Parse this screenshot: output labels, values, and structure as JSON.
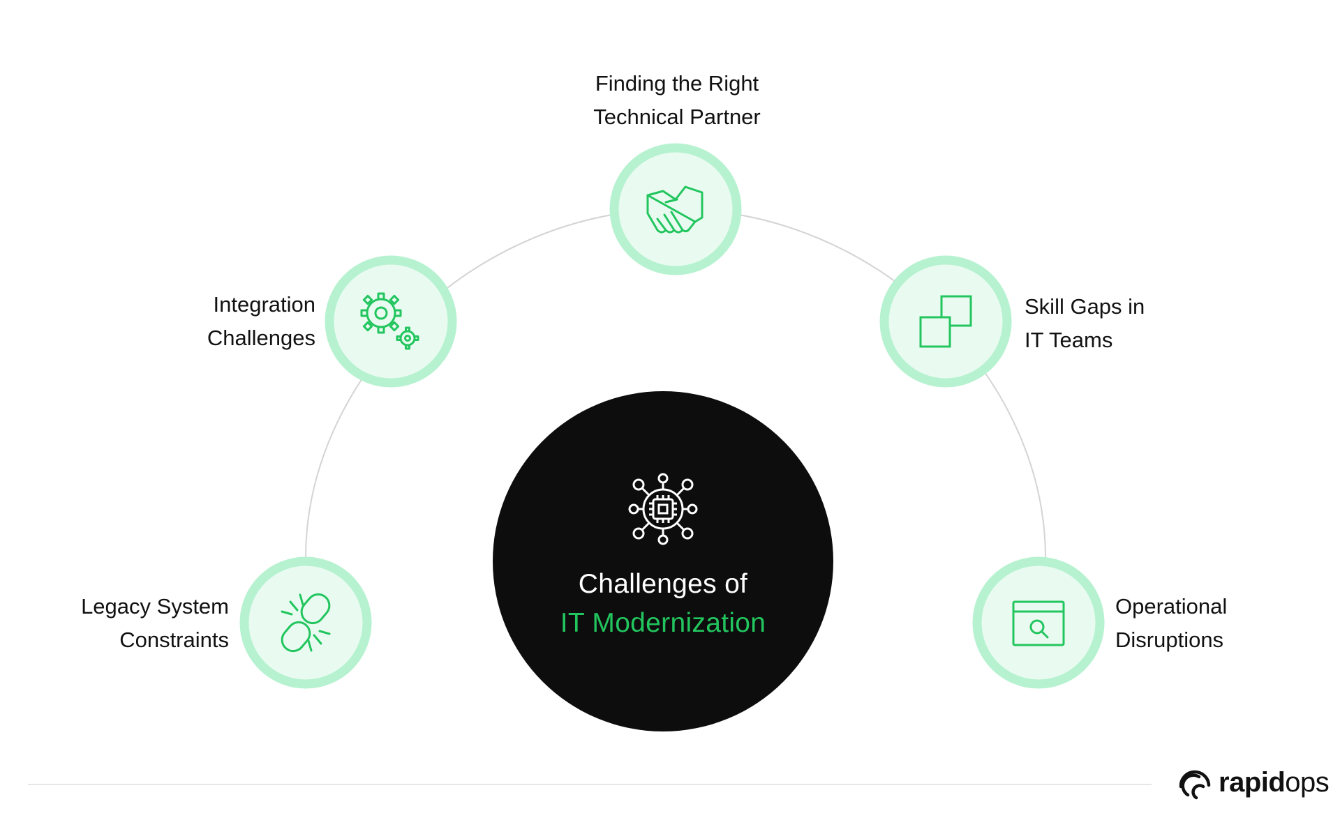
{
  "center": {
    "title_line1": "Challenges of",
    "title_line2": "IT Modernization",
    "icon": "circuit-chip-network-icon"
  },
  "nodes": [
    {
      "id": "top",
      "line1": "Finding the Right",
      "line2": "Technical Partner",
      "icon": "handshake-icon"
    },
    {
      "id": "integration",
      "line1": "Integration",
      "line2": "Challenges",
      "icon": "gears-icon"
    },
    {
      "id": "skill",
      "line1": "Skill Gaps in",
      "line2": "IT Teams",
      "icon": "overlapping-squares-icon"
    },
    {
      "id": "legacy",
      "line1": "Legacy System",
      "line2": "Constraints",
      "icon": "broken-link-icon"
    },
    {
      "id": "operational",
      "line1": "Operational",
      "line2": "Disruptions",
      "icon": "browser-search-icon"
    }
  ],
  "brand": {
    "bold": "rapid",
    "light": "ops",
    "icon": "rapidops-logo-icon"
  },
  "colors": {
    "accent": "#22c55e",
    "ring": "#b6f2d0",
    "node_fill": "#e9fbf1",
    "center_fill": "#0d0d0d",
    "connector": "#d4d4d4",
    "divider": "#e6e6e6"
  }
}
